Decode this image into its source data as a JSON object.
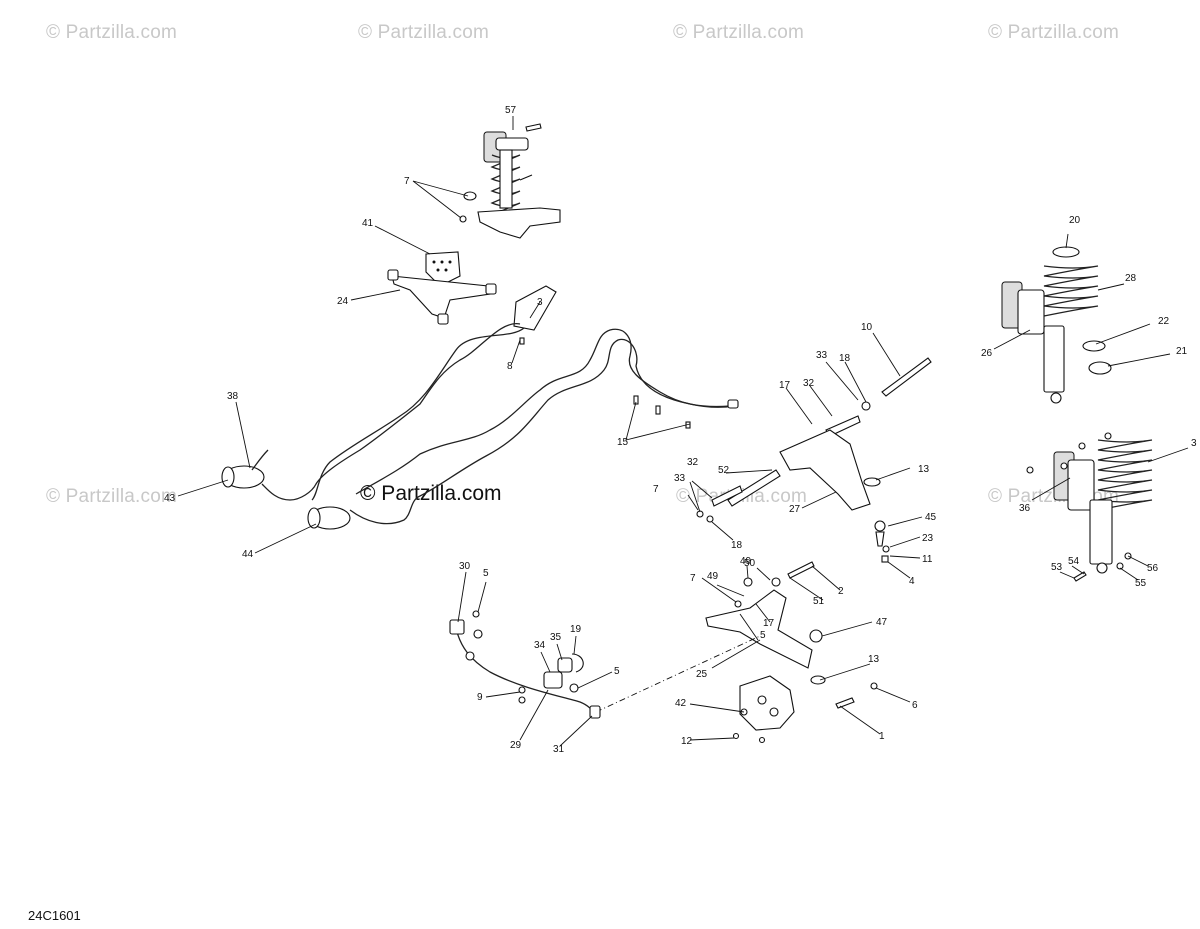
{
  "watermarks": {
    "top": [
      "© Partzilla.com",
      "© Partzilla.com",
      "© Partzilla.com",
      "© Partzilla.com"
    ],
    "middle": [
      "© Partzilla.com",
      "© Partzilla.com",
      "© Partzilla.com"
    ],
    "center": "© Partzilla.com"
  },
  "diagram_code": "24C1601",
  "callouts": [
    "57",
    "7",
    "41",
    "24",
    "3",
    "8",
    "38",
    "43",
    "44",
    "15",
    "10",
    "33",
    "18",
    "17",
    "32",
    "52",
    "13",
    "33",
    "32",
    "7",
    "18",
    "27",
    "45",
    "23",
    "11",
    "4",
    "20",
    "28",
    "22",
    "21",
    "26",
    "3",
    "36",
    "54",
    "53",
    "56",
    "55",
    "50",
    "49",
    "7",
    "49",
    "17",
    "51",
    "2",
    "5",
    "47",
    "25",
    "13",
    "42",
    "6",
    "1",
    "12",
    "30",
    "5",
    "19",
    "35",
    "34",
    "5",
    "9",
    "29",
    "31"
  ]
}
